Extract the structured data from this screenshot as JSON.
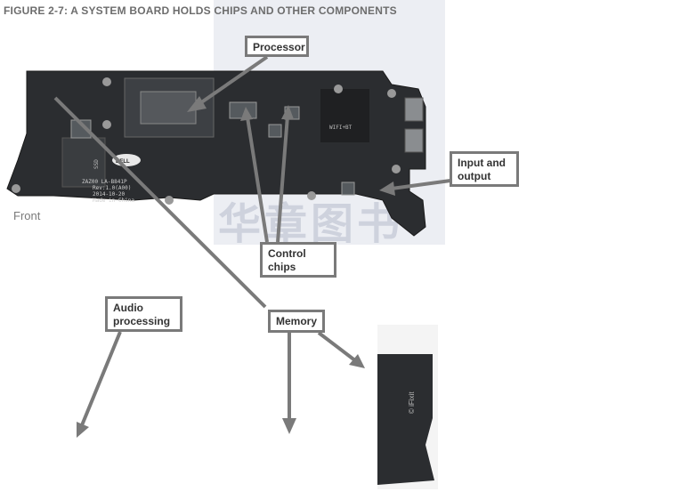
{
  "figure": {
    "title": "FIGURE 2-7: A SYSTEM BOARD HOLDS CHIPS AND OTHER COMPONENTS"
  },
  "board": {
    "front_label": "Front",
    "silkscreen": [
      "ZAZ00 LA-B841P",
      "Rev:1.0(A00)",
      "2014-10-20",
      "Made in China"
    ],
    "logo": "DELL",
    "wifi_label": "WIFI+BT",
    "ssd_label": "SSD",
    "copyright": "© iFixit"
  },
  "watermark": {
    "text": "华章图书"
  },
  "callouts": {
    "processor": "Processor",
    "input_output_line1": "Input and",
    "input_output_line2": "output",
    "control_line1": "Control",
    "control_line2": "chips",
    "audio_line1": "Audio",
    "audio_line2": "processing",
    "memory": "Memory"
  },
  "colors": {
    "pcb": "#2a2c2e",
    "arrow": "#7a7a7a",
    "title": "#6d6d6d"
  }
}
